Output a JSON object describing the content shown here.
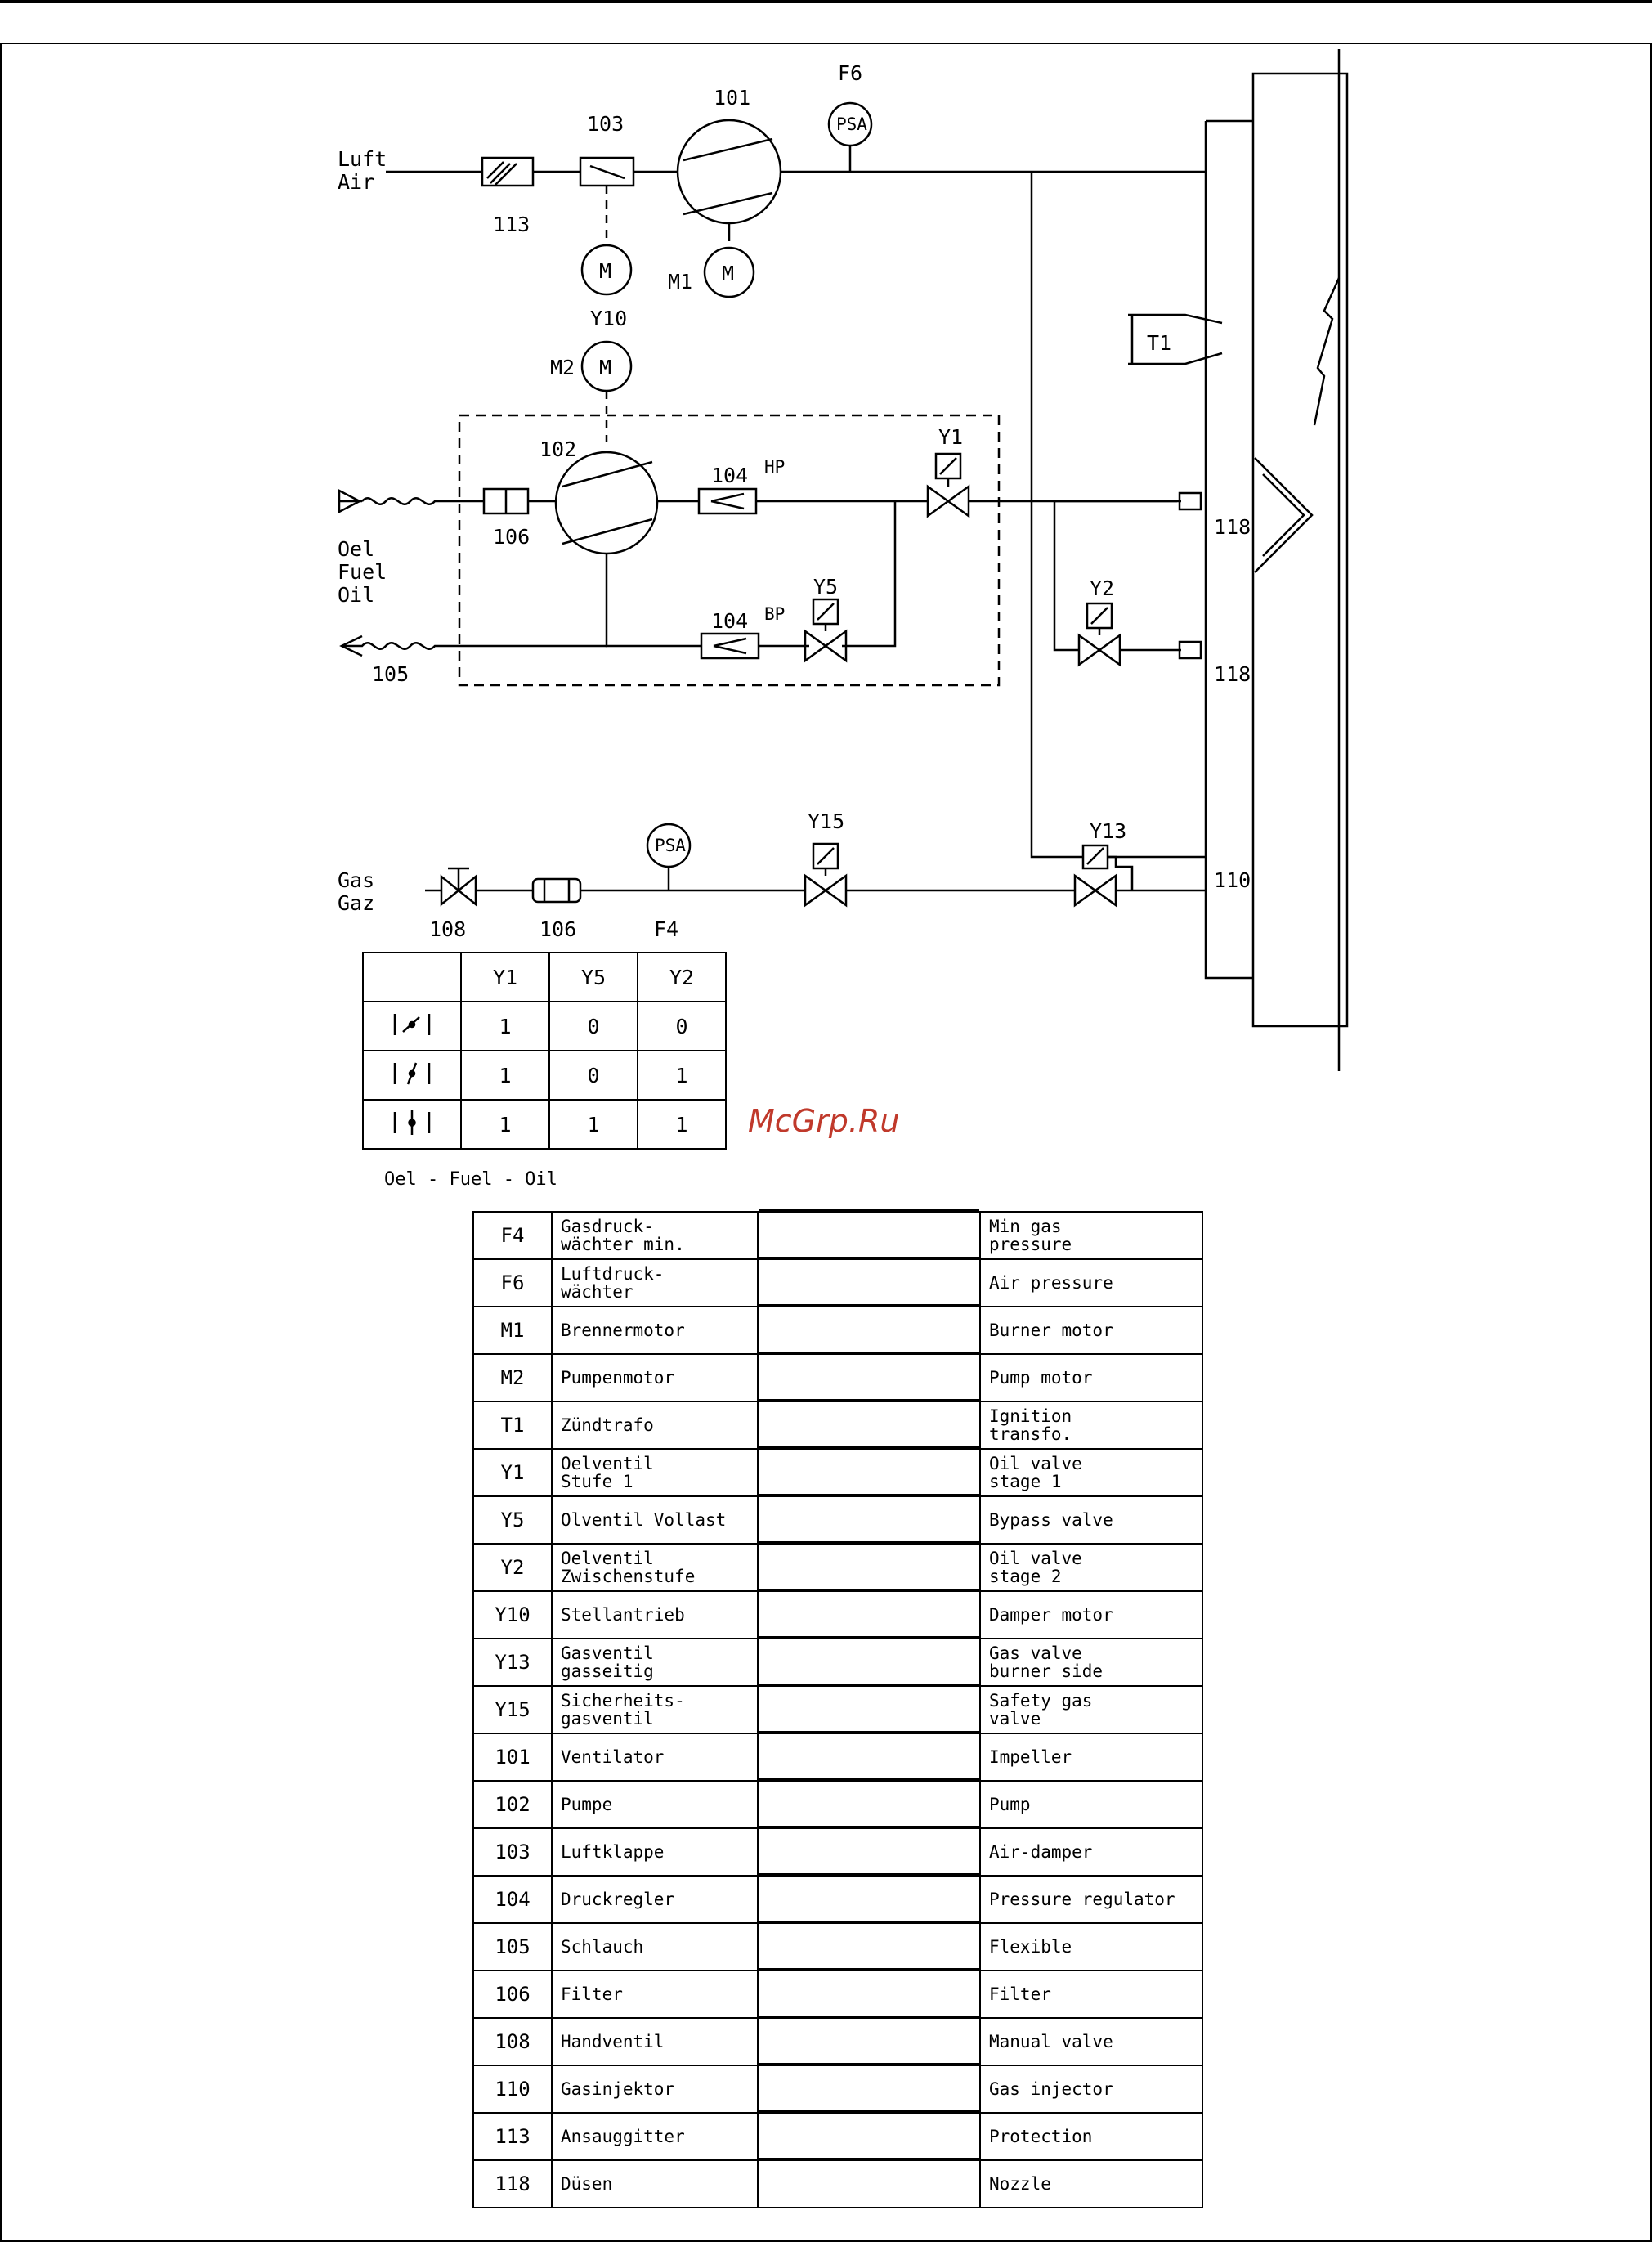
{
  "diagram": {
    "labels": {
      "air_de": "Luft",
      "air_en": "Air",
      "oil_de": "Oel",
      "oil_fuel": "Fuel",
      "oil_en": "Oil",
      "gas_de": "Gas",
      "gas_fr": "Gaz",
      "hp": "HP",
      "bp": "BP",
      "psa": "PSA",
      "m": "M",
      "watermark": "McGrp.Ru"
    },
    "components": {
      "c101": "101",
      "c102": "102",
      "c103": "103",
      "c104a": "104",
      "c104b": "104",
      "c105": "105",
      "c106a": "106",
      "c106b": "106",
      "c108": "108",
      "c110": "110",
      "c113": "113",
      "c118a": "118",
      "c118b": "118",
      "f4": "F4",
      "f6": "F6",
      "m1": "M1",
      "m2": "M2",
      "t1": "T1",
      "y1": "Y1",
      "y2": "Y2",
      "y5": "Y5",
      "y10": "Y10",
      "y13": "Y13",
      "y15": "Y15"
    }
  },
  "state_table": {
    "headers": [
      "",
      "Y1",
      "Y5",
      "Y2"
    ],
    "rows": [
      {
        "symbol": "stage-1-symbol",
        "values": [
          "1",
          "0",
          "0"
        ]
      },
      {
        "symbol": "stage-2-symbol",
        "values": [
          "1",
          "0",
          "1"
        ]
      },
      {
        "symbol": "full-load-symbol",
        "values": [
          "1",
          "1",
          "1"
        ]
      }
    ],
    "caption": "Oel - Fuel - Oil"
  },
  "legend": [
    {
      "code": "F4",
      "de": "Gasdruck-\nwächter min.",
      "en": "Min gas\npressure"
    },
    {
      "code": "F6",
      "de": "Luftdruck-\nwächter",
      "en": "Air pressure"
    },
    {
      "code": "M1",
      "de": "Brennermotor",
      "en": "Burner motor"
    },
    {
      "code": "M2",
      "de": "Pumpenmotor",
      "en": "Pump motor"
    },
    {
      "code": "T1",
      "de": "Zündtrafo",
      "en": "Ignition\ntransfo."
    },
    {
      "code": "Y1",
      "de": "Oelventil\nStufe 1",
      "en": "Oil valve\nstage 1"
    },
    {
      "code": "Y5",
      "de": "Olventil Vollast",
      "en": "Bypass valve"
    },
    {
      "code": "Y2",
      "de": "Oelventil\nZwischenstufe",
      "en": "Oil valve\nstage 2"
    },
    {
      "code": "Y10",
      "de": "Stellantrieb",
      "en": "Damper motor"
    },
    {
      "code": "Y13",
      "de": "Gasventil\ngasseitig",
      "en": "Gas valve\nburner side"
    },
    {
      "code": "Y15",
      "de": "Sicherheits-\ngasventil",
      "en": "Safety gas\nvalve"
    },
    {
      "code": "101",
      "de": "Ventilator",
      "en": "Impeller"
    },
    {
      "code": "102",
      "de": "Pumpe",
      "en": "Pump"
    },
    {
      "code": "103",
      "de": "Luftklappe",
      "en": "Air-damper"
    },
    {
      "code": "104",
      "de": "Druckregler",
      "en": "Pressure regulator"
    },
    {
      "code": "105",
      "de": "Schlauch",
      "en": "Flexible"
    },
    {
      "code": "106",
      "de": "Filter",
      "en": "Filter"
    },
    {
      "code": "108",
      "de": "Handventil",
      "en": "Manual valve"
    },
    {
      "code": "110",
      "de": "Gasinjektor",
      "en": "Gas injector"
    },
    {
      "code": "113",
      "de": "Ansauggitter",
      "en": "Protection"
    },
    {
      "code": "118",
      "de": "Düsen",
      "en": "Nozzle"
    }
  ]
}
